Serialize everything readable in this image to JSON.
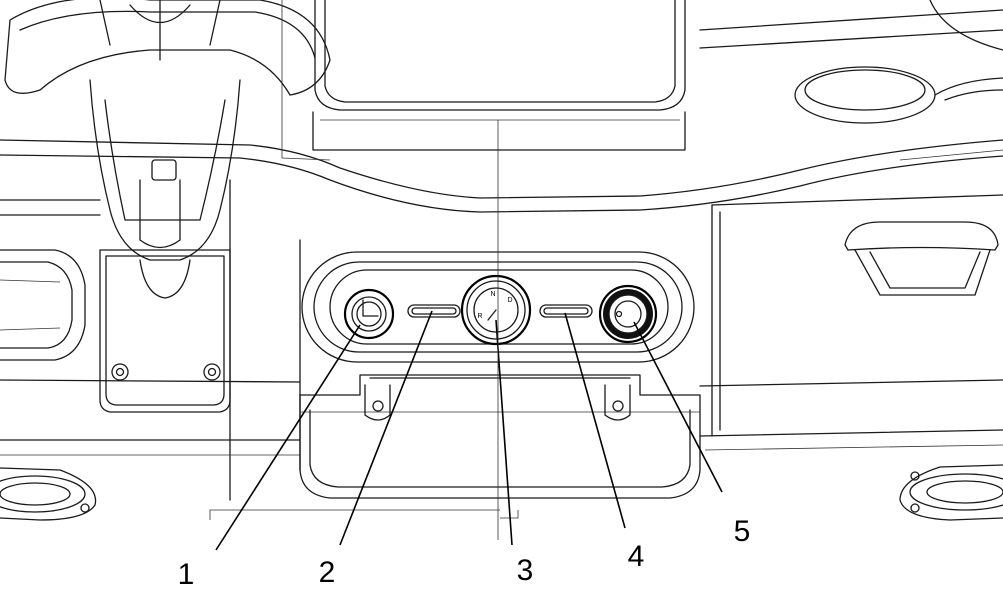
{
  "diagram": {
    "callouts": [
      {
        "label": "1",
        "target": "knob-left"
      },
      {
        "label": "2",
        "target": "switch-left"
      },
      {
        "label": "3",
        "target": "mode-selector"
      },
      {
        "label": "4",
        "target": "switch-right"
      },
      {
        "label": "5",
        "target": "knob-right"
      }
    ],
    "selector_glyphs": [
      "R",
      "N",
      "D"
    ]
  },
  "colors": {
    "line": "#1a1a1a",
    "background": "#ffffff"
  }
}
